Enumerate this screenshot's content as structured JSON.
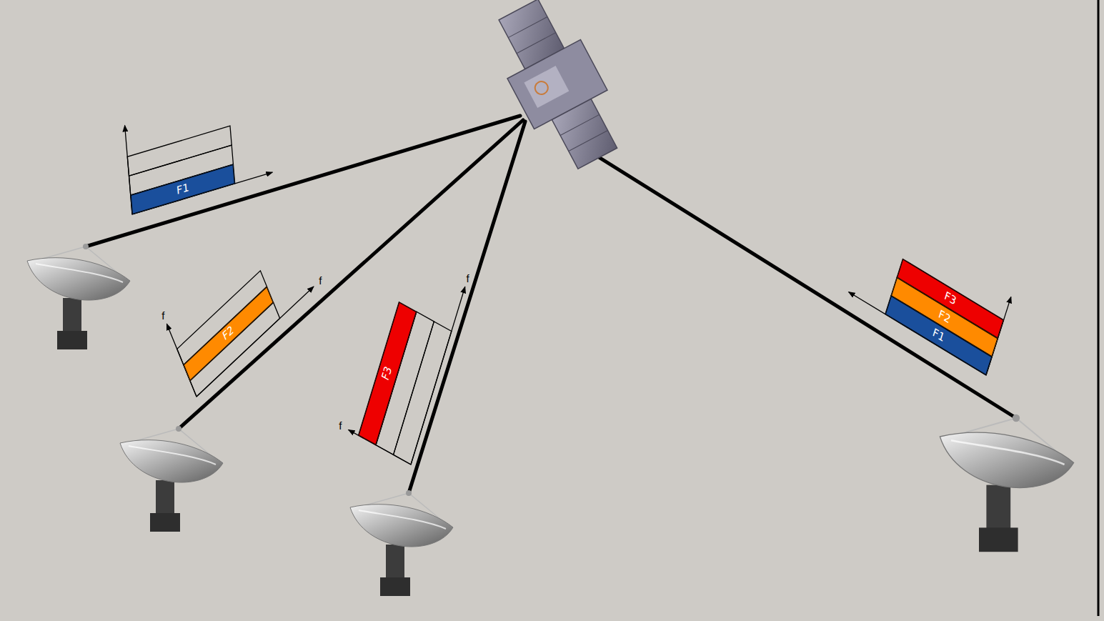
{
  "diagram": {
    "nodes": [
      {
        "text": [
          "F1"
        ]
      },
      {
        "text": [
          "F2"
        ]
      },
      {
        "text": [
          "F3"
        ]
      },
      {
        "text": [
          "F3"
        ]
      },
      {
        "text": [
          "F2"
        ]
      },
      {
        "text": [
          "F1"
        ]
      }
    ],
    "labels": [
      "f",
      "f",
      "f",
      "f"
    ]
  }
}
